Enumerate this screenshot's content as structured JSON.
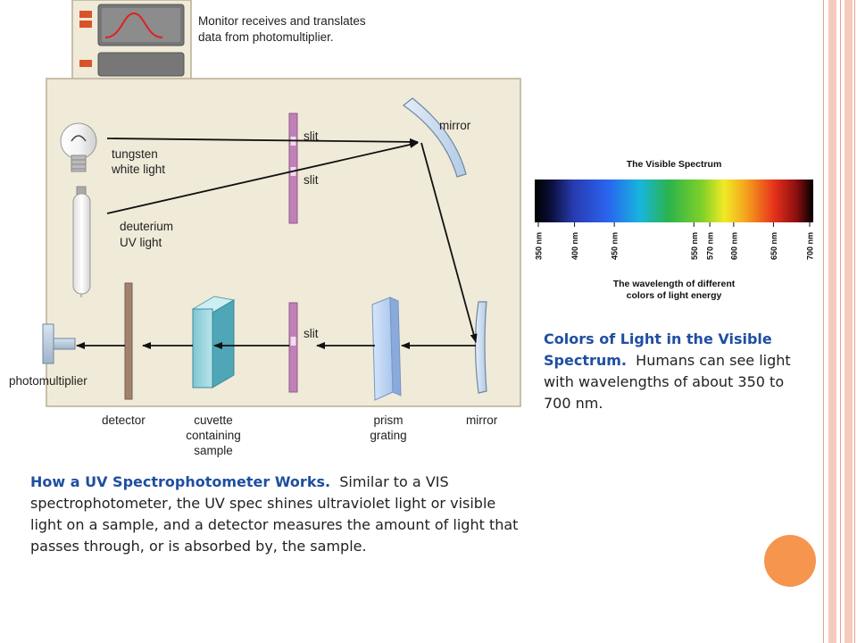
{
  "uv_diagram": {
    "monitor_caption_line1": "Monitor receives and translates",
    "monitor_caption_line2": "data from photomultiplier.",
    "labels": {
      "tungsten_1": "tungsten",
      "tungsten_2": "white light",
      "deuterium_1": "deuterium",
      "deuterium_2": "UV light",
      "slit_top_1": "slit",
      "slit_top_2": "slit",
      "slit_bottom": "slit",
      "mirror_top": "mirror",
      "mirror_bottom": "mirror",
      "photomultiplier": "photomultiplier",
      "detector": "detector",
      "cuvette_1": "cuvette",
      "cuvette_2": "containing",
      "cuvette_3": "sample",
      "prism_1": "prism",
      "prism_2": "grating"
    }
  },
  "spectrum": {
    "title": "The Visible Spectrum",
    "ticks": [
      "350 nm",
      "400 nm",
      "450 nm",
      "550 nm",
      "570 nm",
      "600 nm",
      "650 nm",
      "700 nm"
    ],
    "caption_line1": "The wavelength of different",
    "caption_line2": "colors of light energy"
  },
  "captions": {
    "spectrum_heading": "Colors of Light in the Visible Spectrum.",
    "spectrum_body": "Humans can see light with wavelengths of about 350 to 700 nm.",
    "uv_heading": "How a UV Spectrophotometer Works.",
    "uv_body": "Similar to a VIS spectrophotometer, the UV spec shines ultraviolet light or visible light on a sample, and a detector measures the amount of light that passes through, or is absorbed by, the sample."
  },
  "colors": {
    "heading": "#1f4fa0",
    "accent_circle": "#f6954e",
    "panel": "#f0ead8",
    "slit": "#c080b8"
  }
}
